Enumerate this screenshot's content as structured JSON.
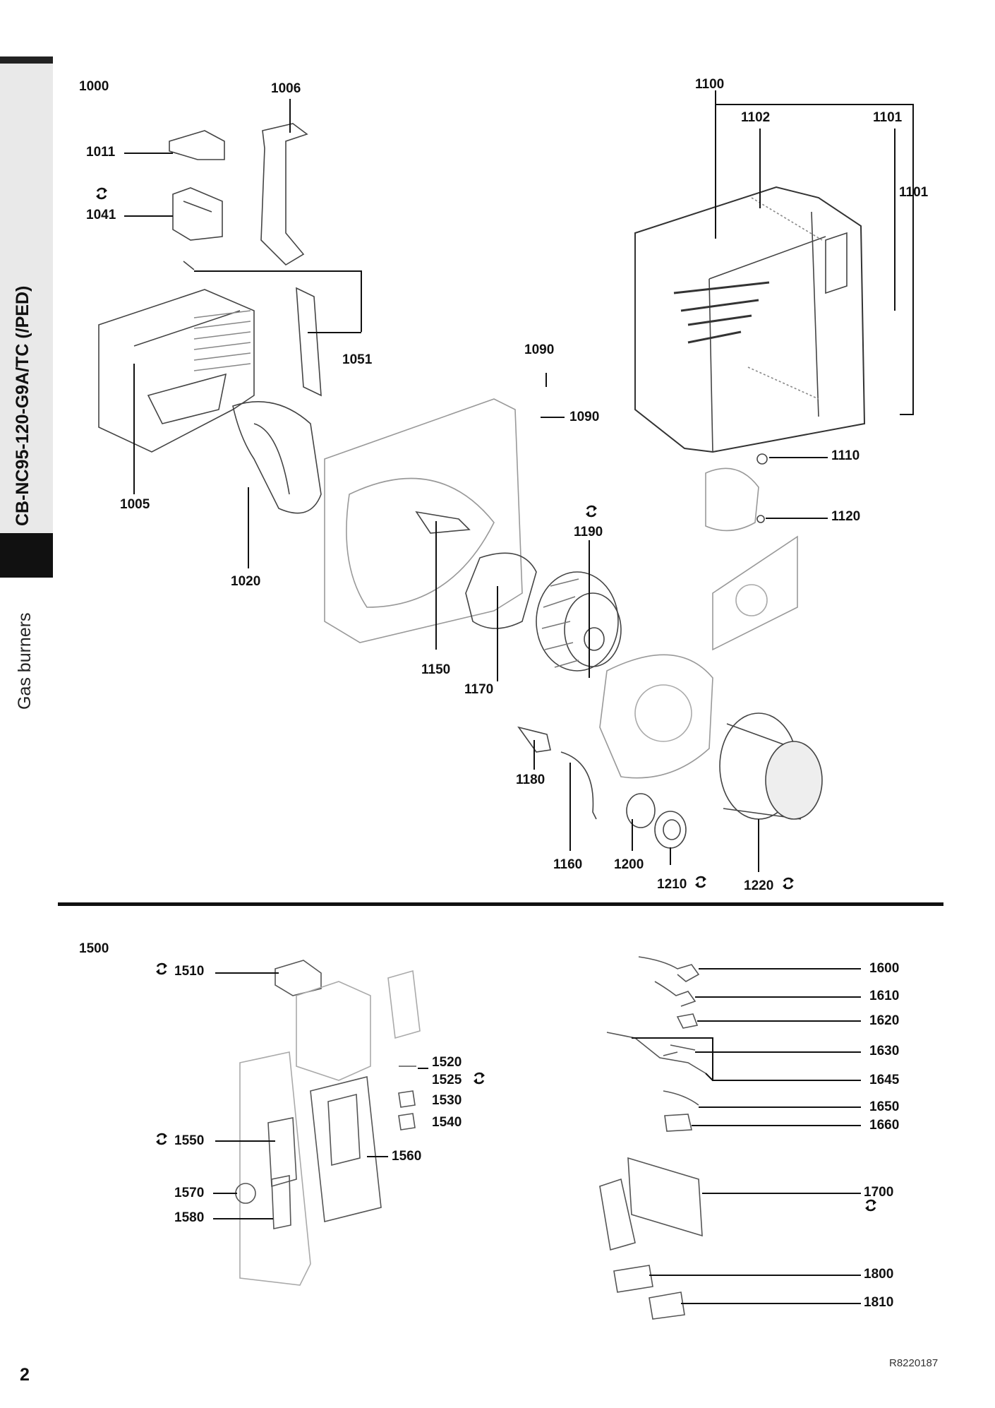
{
  "sidebar": {
    "model": "CB-NC95-120-G9A/TC (/PED)",
    "category": "Gas burners"
  },
  "sections": {
    "top": "1000",
    "bottom": "1500"
  },
  "labels": {
    "l1006": "1006",
    "l1011": "1011",
    "l1041": "1041",
    "l1051": "1051",
    "l1005": "1005",
    "l1020": "1020",
    "l1090a": "1090",
    "l1090b": "1090",
    "l1100": "1100",
    "l1102": "1102",
    "l1101a": "1101",
    "l1101b": "1101",
    "l1110": "1110",
    "l1120": "1120",
    "l1190": "1190",
    "l1150": "1150",
    "l1170": "1170",
    "l1180": "1180",
    "l1160": "1160",
    "l1200": "1200",
    "l1210": "1210",
    "l1220": "1220",
    "l1510": "1510",
    "l1520": "1520",
    "l1525": "1525",
    "l1530": "1530",
    "l1540": "1540",
    "l1550": "1550",
    "l1560": "1560",
    "l1570": "1570",
    "l1580": "1580",
    "l1600": "1600",
    "l1610": "1610",
    "l1620": "1620",
    "l1630": "1630",
    "l1645": "1645",
    "l1650": "1650",
    "l1660": "1660",
    "l1700": "1700",
    "l1800": "1800",
    "l1810": "1810"
  },
  "icons": {
    "recommended_spare": "refresh-cycle-icon"
  },
  "footer": {
    "page": "2",
    "doc_ref": "R8220187"
  }
}
